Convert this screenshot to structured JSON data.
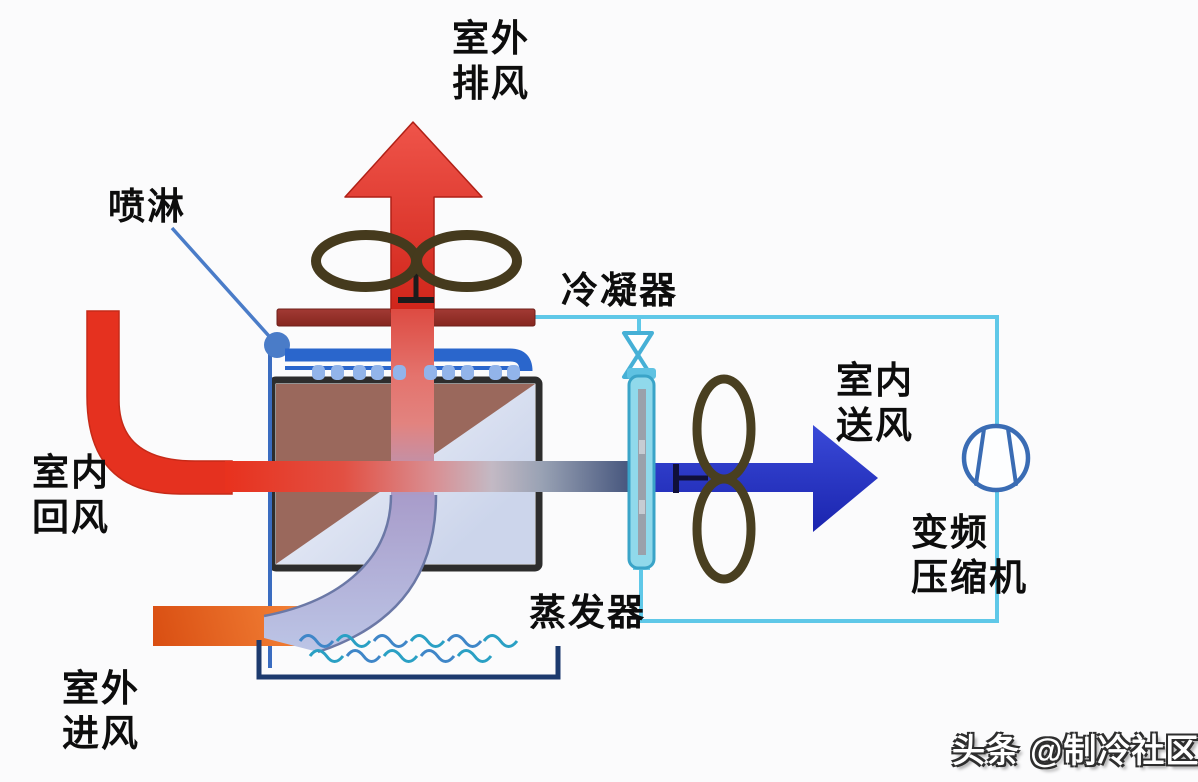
{
  "diagram": {
    "labels": {
      "outdoor_exhaust": [
        "室外",
        "排风"
      ],
      "spray": "喷淋",
      "condenser": "冷凝器",
      "indoor_supply": [
        "室内",
        "送风"
      ],
      "inverter_compressor": [
        "变频",
        "压缩机"
      ],
      "evaporator": "蒸发器",
      "indoor_return": [
        "室内",
        "回风"
      ],
      "outdoor_intake": [
        "室外",
        "进风"
      ]
    },
    "watermark": "头条 @制冷社区",
    "colors": {
      "exhaust_red": "#e0301e",
      "return_red": "#e5311f",
      "intake_orange": "#ee6c28",
      "supply_blue": "#2231c8",
      "refrigerant_pipe_cyan": "#5fc8e8",
      "condenser_dark_red": "#962e28",
      "evaporator_cyan": "#90d9eb",
      "fan_olive": "#493f20",
      "spray_blue": "#2a66cc",
      "water_navy": "#1c3a6e",
      "exchanger_brown": "#9a685c",
      "exchanger_light": "#e8ecf6",
      "compressor_blue": "#3a6cb4"
    }
  }
}
